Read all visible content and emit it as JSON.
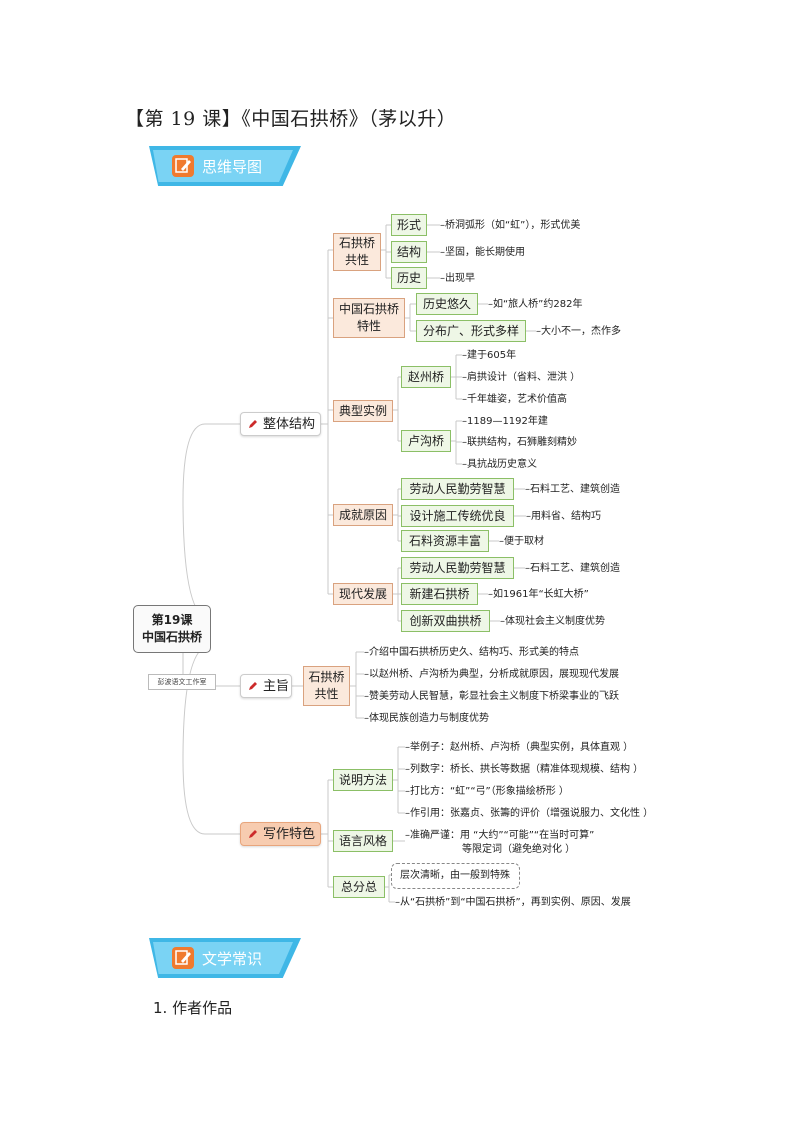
{
  "title": "【第 19 课】《中国石拱桥》（茅以升）",
  "banners": {
    "mindmap": "思维导图",
    "literature": "文学常识"
  },
  "root": {
    "line1": "第19课",
    "line2": "中国石拱桥"
  },
  "studio": "彭波语文工作室",
  "branches": {
    "structure": "整体结构",
    "theme": "主旨",
    "writing": "写作特色"
  },
  "structure": {
    "common": {
      "label1": "石拱桥",
      "label2": "共性",
      "items": [
        {
          "label": "形式",
          "leaf": "桥洞弧形（如“虹”），形式优美"
        },
        {
          "label": "结构",
          "leaf": "坚固，能长期使用"
        },
        {
          "label": "历史",
          "leaf": "出现早"
        }
      ]
    },
    "special": {
      "label1": "中国石拱桥",
      "label2": "特性",
      "items": [
        {
          "label": "历史悠久",
          "leaf": "如“旅人桥”约282年"
        },
        {
          "label": "分布广、形式多样",
          "leaf": "大小不一，杰作多"
        }
      ]
    },
    "examples": {
      "label": "典型实例",
      "zhaozhou": {
        "label": "赵州桥",
        "leaves": [
          "建于605年",
          "肩拱设计（省料、泄洪 ）",
          "千年雄姿，艺术价值高"
        ]
      },
      "lugou": {
        "label": "卢沟桥",
        "leaves": [
          "1189—1192年建",
          "联拱结构，石狮雕刻精妙",
          "具抗战历史意义"
        ]
      }
    },
    "reasons": {
      "label": "成就原因",
      "items": [
        {
          "label": "劳动人民勤劳智慧",
          "leaf": "石料工艺、建筑创造"
        },
        {
          "label": "设计施工传统优良",
          "leaf": "用料省、结构巧"
        },
        {
          "label": "石料资源丰富",
          "leaf": "便于取材"
        }
      ]
    },
    "modern": {
      "label": "现代发展",
      "items": [
        {
          "label": "劳动人民勤劳智慧",
          "leaf": "石料工艺、建筑创造"
        },
        {
          "label": "新建石拱桥",
          "leaf": "如1961年“长虹大桥”"
        },
        {
          "label": "创新双曲拱桥",
          "leaf": "体现社会主义制度优势"
        }
      ]
    }
  },
  "theme": {
    "label1": "石拱桥",
    "label2": "共性",
    "leaves": [
      "介绍中国石拱桥历史久、结构巧、形式美的特点",
      "以赵州桥、卢沟桥为典型，分析成就原因，展现现代发展",
      "赞美劳动人民智慧，彰显社会主义制度下桥梁事业的飞跃",
      "体现民族创造力与制度优势"
    ]
  },
  "writing": {
    "methods": {
      "label": "说明方法",
      "leaves": [
        "举例子：赵州桥、卢沟桥（典型实例，具体直观 ）",
        "列数字：桥长、拱长等数据（精准体现规模、结构 ）",
        "打比方：“虹”“弓”（形象描绘桥形 ）",
        "作引用：张嘉贞、张籌的评价（增强说服力、文化性 ）"
      ]
    },
    "style": {
      "label": "语言风格",
      "line1": "准确严谨：用 “大约”“可能”“在当时可算”",
      "line2": "等限定词（避免绝对化 ）"
    },
    "summary": {
      "label": "总分总",
      "box": "层次清晰，由一般到特殊",
      "leaf": "从“石拱桥”到“中国石拱桥”，再到实例、原因、发展"
    }
  },
  "section1": "1. 作者作品",
  "colors": {
    "banner": "#3fb7e6",
    "banner_light": "#7ad3f4",
    "icon": "#f07a2e",
    "level2_fill": "#fbe9dc",
    "level2_border": "#d9a27f",
    "level3_fill": "#eef7e6",
    "level3_border": "#8bbf66",
    "pen": "#cc2b2b"
  }
}
